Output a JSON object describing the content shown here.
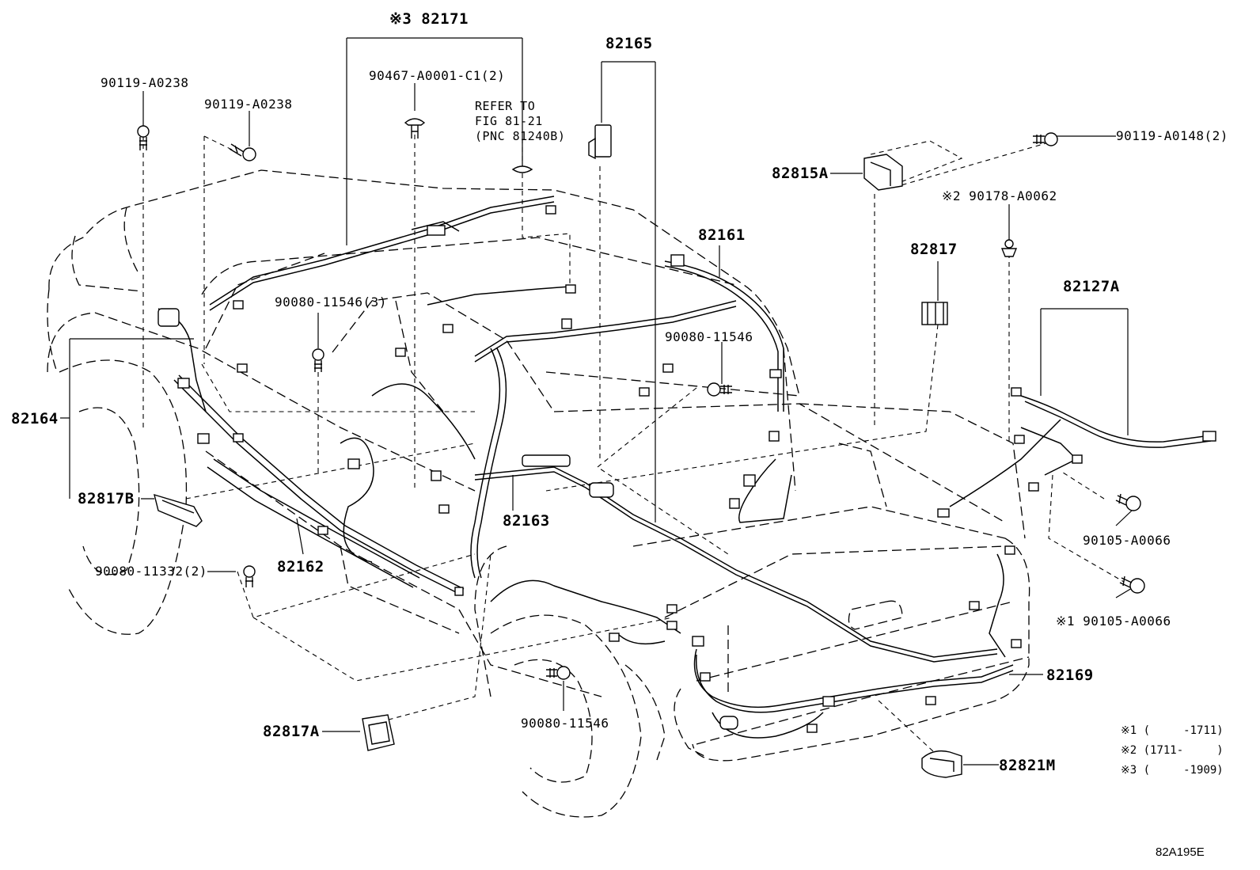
{
  "parts": {
    "p82171": "※3 82171",
    "p90467": "90467-A0001-C1(2)",
    "p90119_a": "90119-A0238",
    "p90119_b": "90119-A0238",
    "p82165": "82165",
    "p90119_0148": "90119-A0148(2)",
    "p82815A": "82815A",
    "p90178": "※2 90178-A0062",
    "p82161": "82161",
    "p82817": "82817",
    "p82127A": "82127A",
    "p90080_11546_3": "90080-11546(3)",
    "p90080_11546_r": "90080-11546",
    "p82164": "82164",
    "p82817B": "82817B",
    "p82163": "82163",
    "p82162": "82162",
    "p90080_11332": "90080-11332(2)",
    "p90105_a": "90105-A0066",
    "p90105_b": "※1 90105-A0066",
    "p82169": "82169",
    "p90080_11546_b": "90080-11546",
    "p82817A": "82817A",
    "p82821M": "82821M"
  },
  "refer": {
    "line1": "REFER TO",
    "line2": "FIG 81-21",
    "line3": "(PNC 81240B)"
  },
  "notes": {
    "n1": "※1 (     -1711)",
    "n2": "※2 (1711-     )",
    "n3": "※3 (     -1909)"
  },
  "figure_code": "82A195E"
}
